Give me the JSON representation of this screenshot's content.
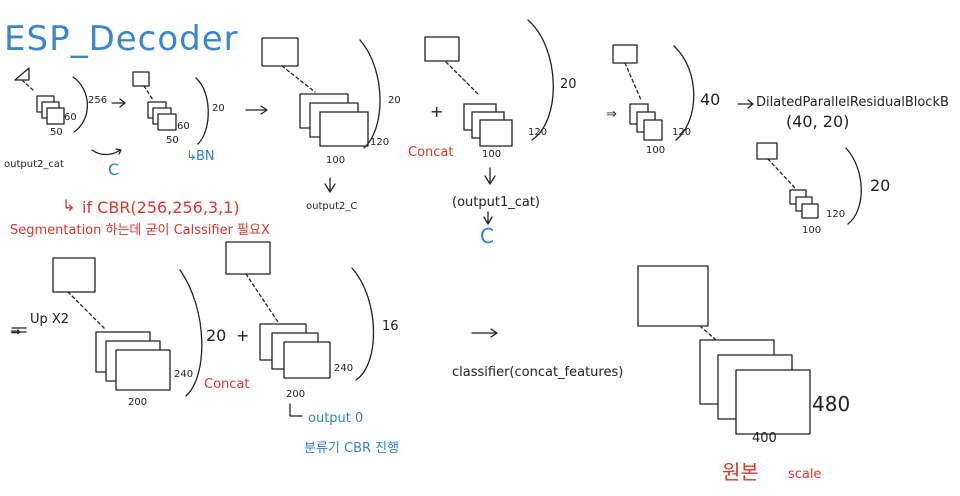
{
  "title": "ESP_Decoder",
  "colors": {
    "ink": "#222222",
    "blue": "#2f7fd6",
    "red": "#e0352b"
  },
  "row1": {
    "block1": {
      "ch": "256",
      "w": "60",
      "h": "50",
      "caption": "output2_cat"
    },
    "block2": {
      "ch": "20",
      "w": "60",
      "h": "50",
      "op": "C",
      "note": "BN"
    },
    "block3": {
      "ch": "20",
      "w": "120",
      "h": "100",
      "caption": "output2_C"
    },
    "plus": "+",
    "block4": {
      "ch": "20",
      "w": "120",
      "h": "100",
      "op": "Concat",
      "caption": "(output1_cat)",
      "below": "C"
    },
    "block5": {
      "ch": "40",
      "w": "120",
      "h": "100",
      "prefix": "⇒"
    },
    "dilated": {
      "label": "DilatedParallelResidualBlockB",
      "params": "(40, 20)"
    },
    "block6": {
      "ch": "20",
      "w": "120",
      "h": "100"
    },
    "arrows": [
      "→",
      "→",
      "→"
    ]
  },
  "notes": {
    "cbr": "if  CBR(256,256,3,1)",
    "seg": "Segmentation 하는데 굳이 Calssifier 필요X"
  },
  "row2": {
    "up": "Up X2",
    "up_arrow": "⇒",
    "block7": {
      "ch": "20",
      "w": "240",
      "h": "200",
      "op": "Concat"
    },
    "plus": "+",
    "block8": {
      "ch": "16",
      "w": "240",
      "h": "200",
      "note": "output 0",
      "note2": "분류기 CBR 진행"
    },
    "arrow": "→",
    "classifier": "classifier(concat_features)",
    "block9": {
      "ch": "480",
      "w": "400",
      "original": "원본",
      "scale": "scale"
    }
  }
}
